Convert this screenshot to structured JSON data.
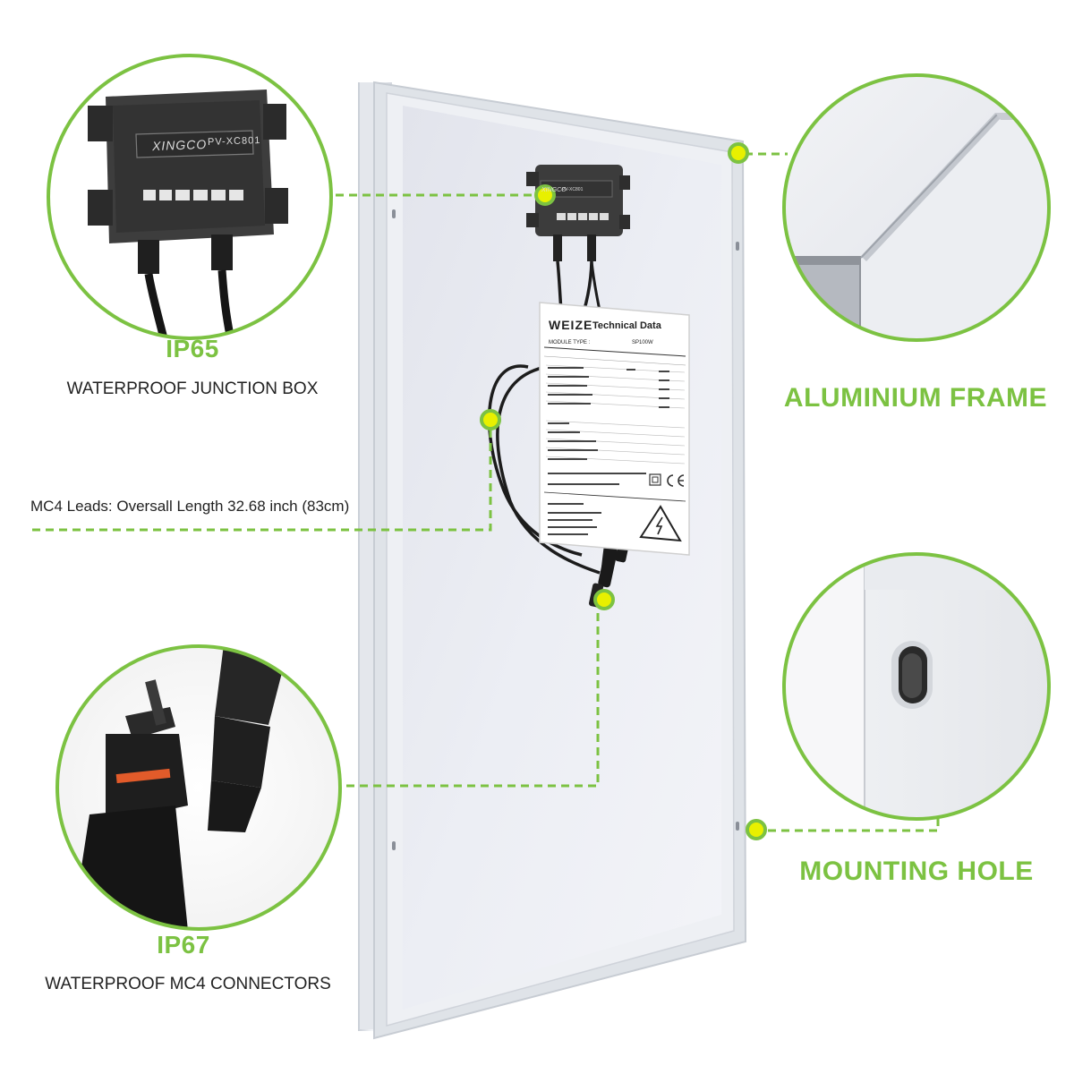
{
  "callouts": {
    "junction_box": {
      "rating": "IP65",
      "description": "WATERPROOF JUNCTION BOX"
    },
    "mc4_connectors": {
      "rating": "IP67",
      "description": "WATERPROOF MC4 CONNECTORS"
    },
    "frame": {
      "label": "ALUMINIUM FRAME"
    },
    "mounting_hole": {
      "label": "MOUNTING HOLE"
    },
    "leads": {
      "label": "MC4 Leads: Oversall Length 32.68 inch (83cm)"
    }
  },
  "junction_box_markings": {
    "brand": "XINGCO",
    "model": "PV-XC801"
  },
  "tech_plate": {
    "brand": "WEIZE",
    "title": "Technical Data",
    "module_type_label": "MODULE TYPE :",
    "model": "SP100W"
  },
  "colors": {
    "accent_green": "#7cc242",
    "marker_yellow": "#e8f000",
    "frame_silver": "#d9dde2",
    "panel_back": "#e9eaf0"
  },
  "icons": [
    "junction-box-icon",
    "mc4-connector-icon",
    "warning-triangle-icon",
    "ce-mark-icon",
    "double-insulation-icon"
  ]
}
